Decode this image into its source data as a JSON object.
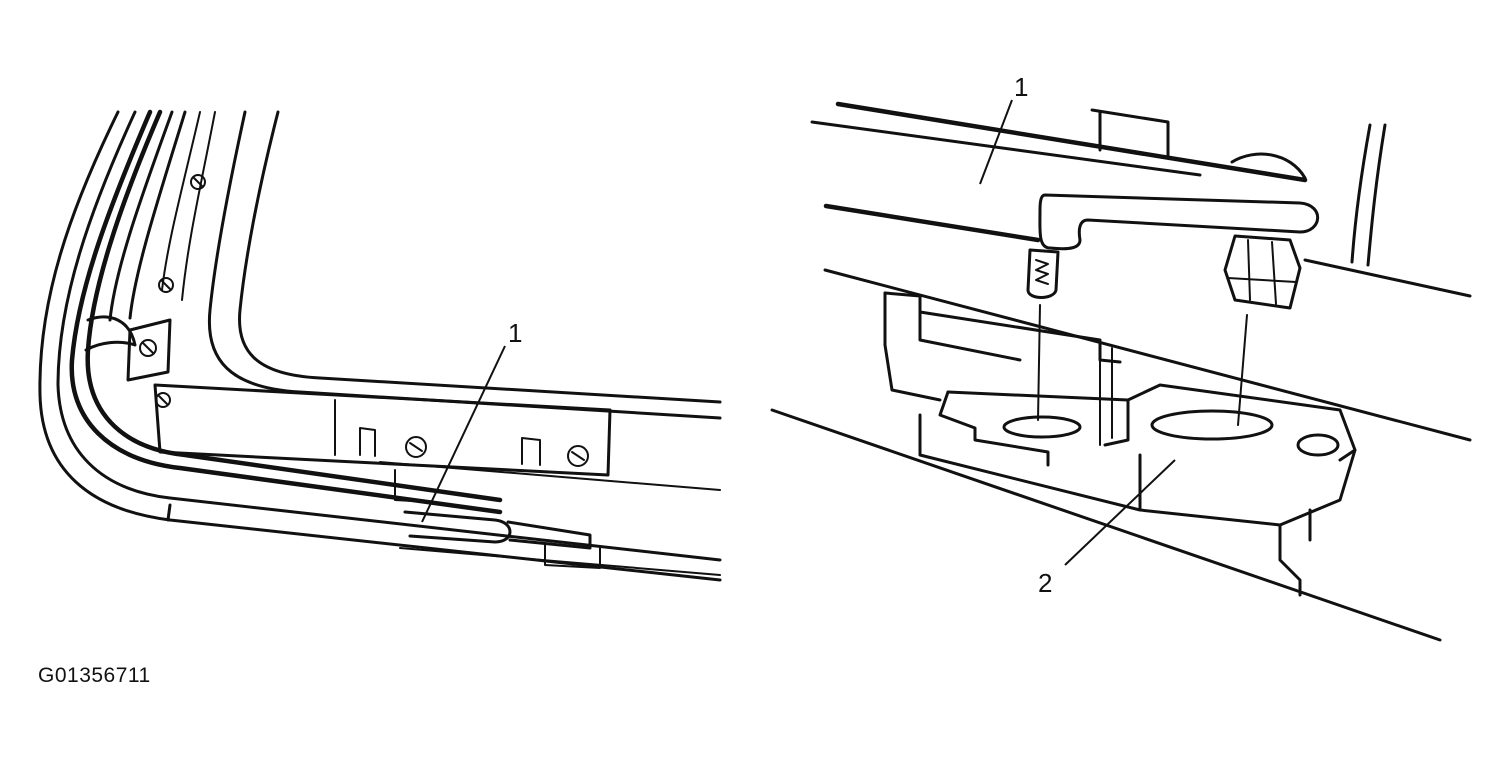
{
  "figure_id": "G01356711",
  "left_view": {
    "callouts": [
      "1"
    ]
  },
  "right_view": {
    "callouts": [
      "1",
      "2"
    ]
  }
}
